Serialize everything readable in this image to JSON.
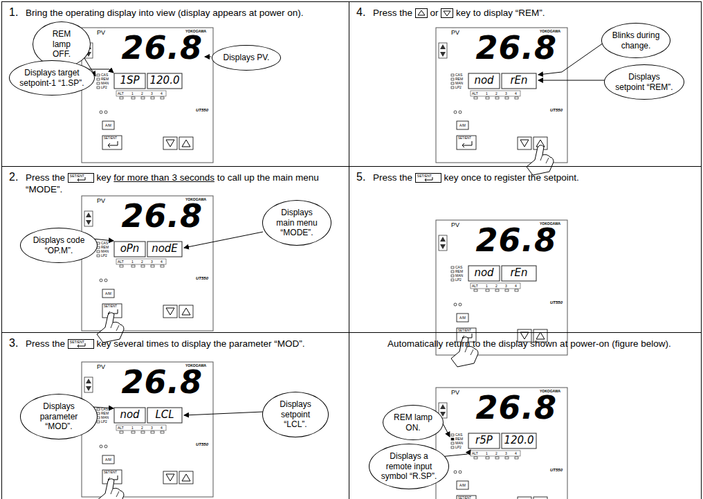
{
  "diagram": {
    "nodes": [
      {
        "text": [
          "1.",
          "Bring the operating display into view (display appears at power on)."
        ]
      },
      {
        "text": [
          "REM lamp OFF."
        ],
        "in": 0
      },
      {
        "text": [
          "Displays PV."
        ],
        "in": 0
      },
      {
        "text": [
          "Displays target setpoint-1 “1.SP”."
        ],
        "in": 0
      },
      {
        "text": [
          "2.",
          "Press the",
          "SET/ENT",
          "key",
          "for more than 3 seconds",
          "to call up the main menu “MODE”."
        ]
      },
      {
        "text": [
          "Displays code “OP.M”."
        ],
        "in": 4
      },
      {
        "text": [
          "Displays main menu “MODE”."
        ],
        "in": 4
      },
      {
        "text": [
          "3.",
          "Press the",
          "SET/ENT",
          "key several times to display the parameter “MOD”."
        ]
      },
      {
        "text": [
          "Displays parameter “MOD”."
        ],
        "in": 7
      },
      {
        "text": [
          "Displays setpoint “LCL”."
        ],
        "in": 7
      },
      {
        "text": [
          "4.",
          "Press the",
          "or",
          "key to display “REM”."
        ]
      },
      {
        "text": [
          "Blinks during change."
        ],
        "in": 10
      },
      {
        "text": [
          "Displays setpoint “REM”."
        ],
        "in": 10
      },
      {
        "text": [
          "5.",
          "Press the",
          "SET/ENT",
          "key once to register the setpoint."
        ]
      },
      {
        "text": [
          "Automatically return to the display shown at power-on (figure below)."
        ]
      },
      {
        "text": [
          "REM lamp ON."
        ],
        "in": 14
      },
      {
        "text": [
          "Displays a remote input symbol “R.SP”."
        ],
        "in": 14
      }
    ],
    "labels": [
      "PV",
      "YOKOGAWA",
      "26.8",
      "1SP",
      "120.0",
      "CAS",
      "REM",
      "MAN",
      "LP2",
      "ALT",
      "1",
      "2",
      "3",
      "4",
      "UT550",
      "A/M",
      "SET/ENT",
      "PV",
      "YOKOGAWA",
      "26.8",
      "oPn",
      "nodE",
      "CAS",
      "REM",
      "MAN",
      "LP2",
      "ALT",
      "1",
      "2",
      "3",
      "4",
      "UT550",
      "A/M",
      "SET/ENT",
      "PV",
      "YOKOGAWA",
      "26.8",
      "nod",
      "LCL",
      "CAS",
      "REM",
      "MAN",
      "LP2",
      "ALT",
      "1",
      "2",
      "3",
      "4",
      "UT550",
      "A/M",
      "SET/ENT",
      "PV",
      "YOKOGAWA",
      "26.8",
      "nod",
      "rEn",
      "CAS",
      "REM",
      "MAN",
      "LP2",
      "ALT",
      "1",
      "2",
      "3",
      "4",
      "UT550",
      "A/M",
      "SET/ENT",
      "PV",
      "YOKOGAWA",
      "26.8",
      "nod",
      "rEn",
      "CAS",
      "REM",
      "MAN",
      "LP2",
      "ALT",
      "1",
      "2",
      "3",
      "4",
      "UT550",
      "A/M",
      "SET/ENT",
      "PV",
      "YOKOGAWA",
      "26.8",
      "r5P",
      "120.0",
      "CAS",
      "REM",
      "MAN",
      "LP2",
      "ALT",
      "1",
      "2",
      "3",
      "4",
      "UT550",
      "A/M",
      "SET/ENT"
    ]
  }
}
